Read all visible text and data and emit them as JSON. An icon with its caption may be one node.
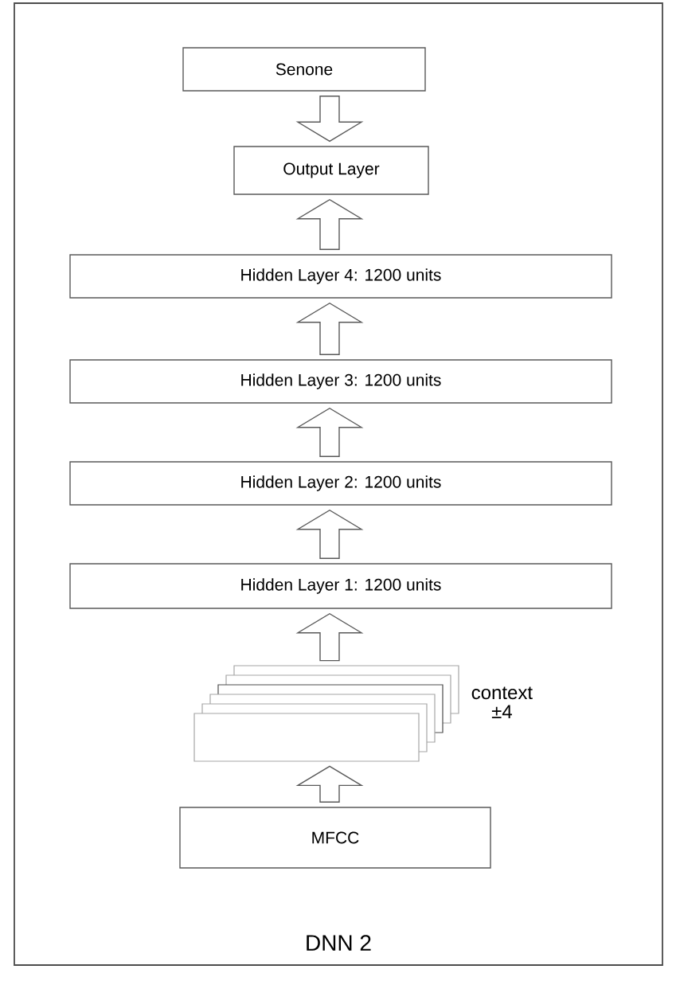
{
  "diagram": {
    "nodes": [
      {
        "text": [
          "DNN 2"
        ]
      },
      {
        "text": [
          "Senone"
        ],
        "in": 0
      },
      {
        "text": [
          "Output Layer"
        ],
        "in": 0
      },
      {
        "text": [
          "Hidden Layer 4: 1200 units"
        ],
        "in": 0
      },
      {
        "text": [
          "Hidden Layer 3: 1200 units"
        ],
        "in": 0
      },
      {
        "text": [
          "Hidden Layer 2: 1200 units"
        ],
        "in": 0
      },
      {
        "text": [
          "Hidden Layer 1: 1200 units"
        ],
        "in": 0
      },
      {
        "text": [],
        "shape": "box",
        "in": 0,
        "beside": [
          "context ±4"
        ]
      },
      {
        "text": [
          "MFCC"
        ],
        "in": 0
      }
    ],
    "edges": [
      {
        "from": 1,
        "to": 2,
        "arrow": "to"
      },
      {
        "from": 3,
        "to": 2,
        "arrow": "to"
      },
      {
        "from": 4,
        "to": 3,
        "arrow": "to"
      },
      {
        "from": 5,
        "to": 4,
        "arrow": "to"
      },
      {
        "from": 6,
        "to": 5,
        "arrow": "to"
      },
      {
        "from": 7,
        "to": 6,
        "arrow": "to"
      },
      {
        "from": 8,
        "to": 7,
        "arrow": "to"
      }
    ]
  }
}
